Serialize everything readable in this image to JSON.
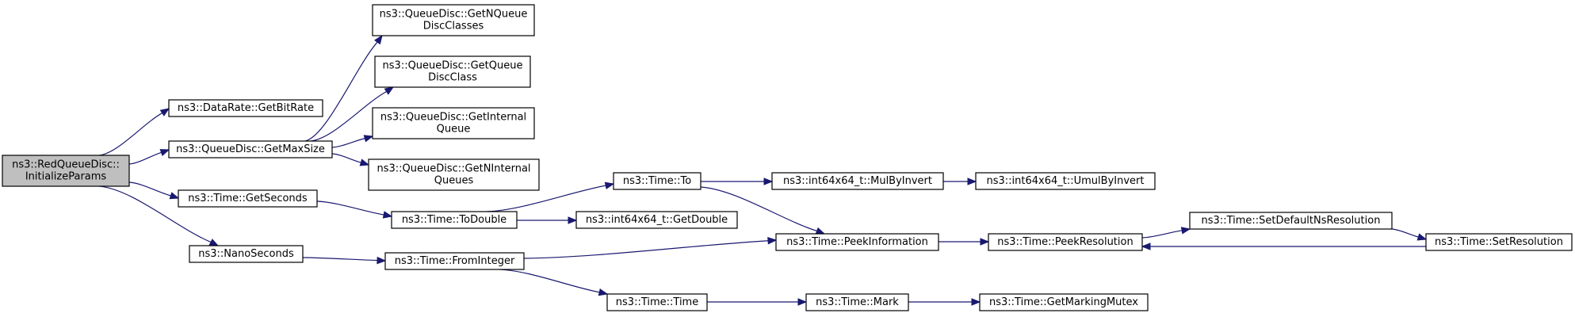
{
  "diagram": {
    "type": "call-graph",
    "nodes": [
      {
        "id": "root",
        "lines": [
          "ns3::RedQueueDisc::",
          "InitializeParams"
        ],
        "highlight": true
      },
      {
        "id": "getbitrate",
        "lines": [
          "ns3::DataRate::GetBitRate"
        ]
      },
      {
        "id": "getmaxsize",
        "lines": [
          "ns3::QueueDisc::GetMaxSize"
        ]
      },
      {
        "id": "getseconds",
        "lines": [
          "ns3::Time::GetSeconds"
        ]
      },
      {
        "id": "nanoseconds",
        "lines": [
          "ns3::NanoSeconds"
        ]
      },
      {
        "id": "getnqueue",
        "lines": [
          "ns3::QueueDisc::GetNQueue",
          "DiscClasses"
        ]
      },
      {
        "id": "getqueue",
        "lines": [
          "ns3::QueueDisc::GetQueue",
          "DiscClass"
        ]
      },
      {
        "id": "getinternal",
        "lines": [
          "ns3::QueueDisc::GetInternal",
          "Queue"
        ]
      },
      {
        "id": "getninternal",
        "lines": [
          "ns3::QueueDisc::GetNInternal",
          "Queues"
        ]
      },
      {
        "id": "todouble",
        "lines": [
          "ns3::Time::ToDouble"
        ]
      },
      {
        "id": "frominteger",
        "lines": [
          "ns3::Time::FromInteger"
        ]
      },
      {
        "id": "to",
        "lines": [
          "ns3::Time::To"
        ]
      },
      {
        "id": "getdouble",
        "lines": [
          "ns3::int64x64_t::GetDouble"
        ]
      },
      {
        "id": "time",
        "lines": [
          "ns3::Time::Time"
        ]
      },
      {
        "id": "mulbyinvert",
        "lines": [
          "ns3::int64x64_t::MulByInvert"
        ]
      },
      {
        "id": "peekinfo",
        "lines": [
          "ns3::Time::PeekInformation"
        ]
      },
      {
        "id": "mark",
        "lines": [
          "ns3::Time::Mark"
        ]
      },
      {
        "id": "umulbyinvert",
        "lines": [
          "ns3::int64x64_t::UmulByInvert"
        ]
      },
      {
        "id": "peekres",
        "lines": [
          "ns3::Time::PeekResolution"
        ]
      },
      {
        "id": "getmarkingmutex",
        "lines": [
          "ns3::Time::GetMarkingMutex"
        ]
      },
      {
        "id": "setdefaultns",
        "lines": [
          "ns3::Time::SetDefaultNsResolution"
        ]
      },
      {
        "id": "setres",
        "lines": [
          "ns3::Time::SetResolution"
        ]
      }
    ],
    "edges": [
      {
        "from": "root",
        "to": "getbitrate"
      },
      {
        "from": "root",
        "to": "getmaxsize"
      },
      {
        "from": "root",
        "to": "getseconds"
      },
      {
        "from": "root",
        "to": "nanoseconds"
      },
      {
        "from": "getmaxsize",
        "to": "getnqueue"
      },
      {
        "from": "getmaxsize",
        "to": "getqueue"
      },
      {
        "from": "getmaxsize",
        "to": "getinternal"
      },
      {
        "from": "getmaxsize",
        "to": "getninternal"
      },
      {
        "from": "getseconds",
        "to": "todouble"
      },
      {
        "from": "nanoseconds",
        "to": "frominteger"
      },
      {
        "from": "todouble",
        "to": "to"
      },
      {
        "from": "todouble",
        "to": "getdouble"
      },
      {
        "from": "frominteger",
        "to": "peekinfo"
      },
      {
        "from": "frominteger",
        "to": "time"
      },
      {
        "from": "to",
        "to": "mulbyinvert"
      },
      {
        "from": "to",
        "to": "peekinfo"
      },
      {
        "from": "mulbyinvert",
        "to": "umulbyinvert"
      },
      {
        "from": "peekinfo",
        "to": "peekres"
      },
      {
        "from": "time",
        "to": "mark"
      },
      {
        "from": "mark",
        "to": "getmarkingmutex"
      },
      {
        "from": "peekres",
        "to": "setdefaultns"
      },
      {
        "from": "setdefaultns",
        "to": "setres"
      },
      {
        "from": "setres",
        "to": "peekres"
      }
    ],
    "colors": {
      "edge": "#191970",
      "root_fill": "#bfbfbf",
      "node_fill": "#ffffff",
      "node_border": "#000000"
    }
  }
}
